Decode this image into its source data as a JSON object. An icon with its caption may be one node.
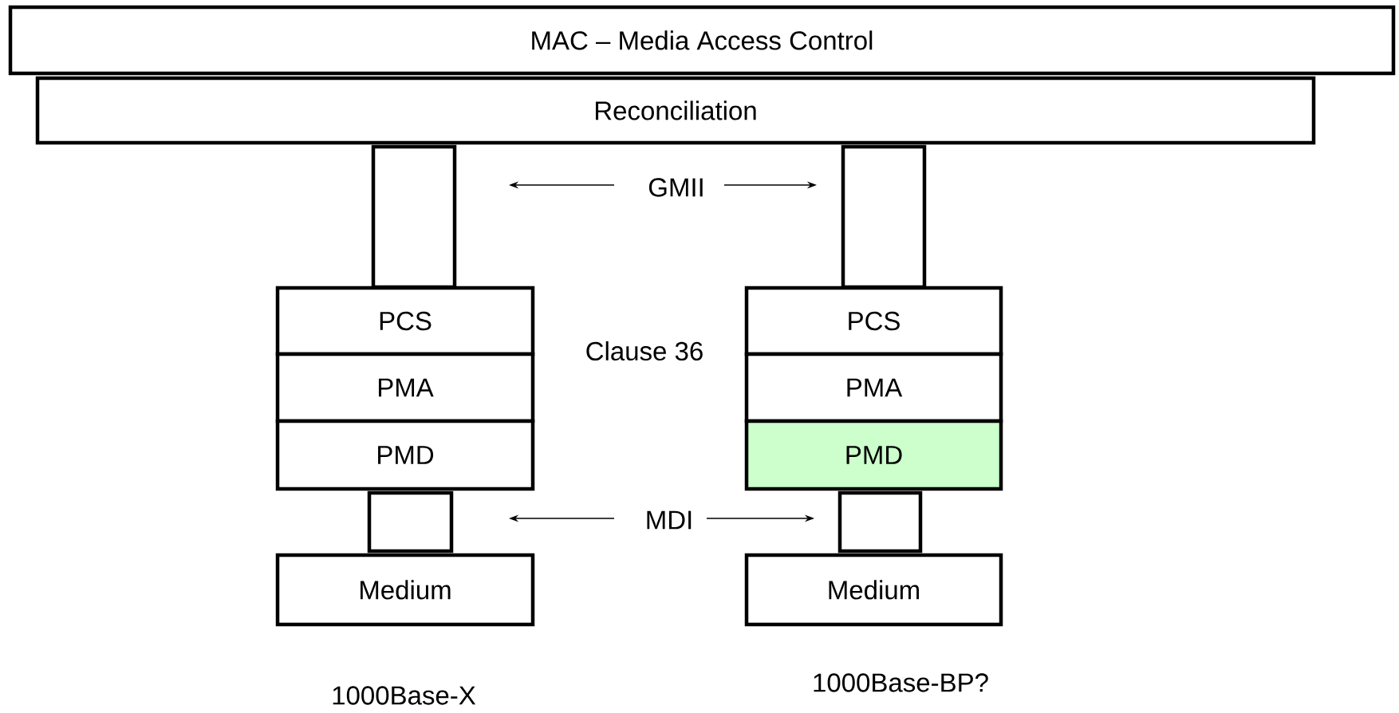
{
  "diagram": {
    "nodes": [
      {
        "text": [
          "MAC – Media Access Control"
        ]
      },
      {
        "text": [
          "Reconciliation"
        ]
      },
      {
        "text": [],
        "shape": "box"
      },
      {
        "text": [],
        "shape": "box"
      },
      {
        "text": [
          "PCS"
        ]
      },
      {
        "text": [
          "PCS"
        ]
      },
      {
        "text": [
          "PMA"
        ]
      },
      {
        "text": [
          "PMA"
        ]
      },
      {
        "text": [
          "PMD"
        ]
      },
      {
        "text": [
          "PMD"
        ]
      },
      {
        "text": [],
        "shape": "box"
      },
      {
        "text": [],
        "shape": "box"
      },
      {
        "text": [
          "Medium"
        ]
      },
      {
        "text": [
          "Medium"
        ]
      }
    ],
    "edges": [],
    "labels": [
      "GMII",
      "Clause 36",
      "MDI",
      "1000Base-X",
      "1000Base-BP?"
    ]
  }
}
